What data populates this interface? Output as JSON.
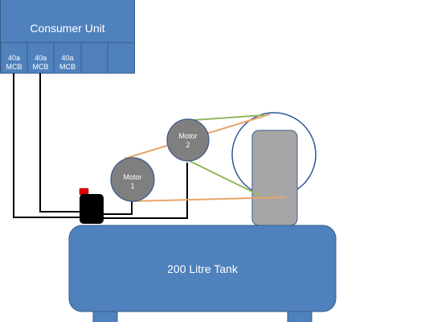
{
  "consumer_unit": {
    "title": "Consumer Unit",
    "breakers": [
      {
        "top": "40a",
        "bottom": "MCB"
      },
      {
        "top": "40a",
        "bottom": "MCB"
      },
      {
        "top": "40a",
        "bottom": "MCB"
      },
      {
        "top": "",
        "bottom": ""
      },
      {
        "top": "",
        "bottom": ""
      }
    ]
  },
  "motors": [
    {
      "line1": "Motor",
      "line2": "1"
    },
    {
      "line1": "Motor",
      "line2": "2"
    }
  ],
  "tank": {
    "label": "200 Litre Tank"
  },
  "colors": {
    "panel_fill": "#4f81bd",
    "panel_stroke": "#385d8a",
    "motor_fill": "#7f7f7f",
    "motor_stroke": "#3a5a8c",
    "pulley_stroke": "#2f5597",
    "cylinder_fill": "#a6a6a6",
    "belt_orange": "#e8a46a",
    "belt_green": "#92b85c",
    "wire": "#000000",
    "switch_body": "#000000",
    "switch_button": "#e00000"
  }
}
